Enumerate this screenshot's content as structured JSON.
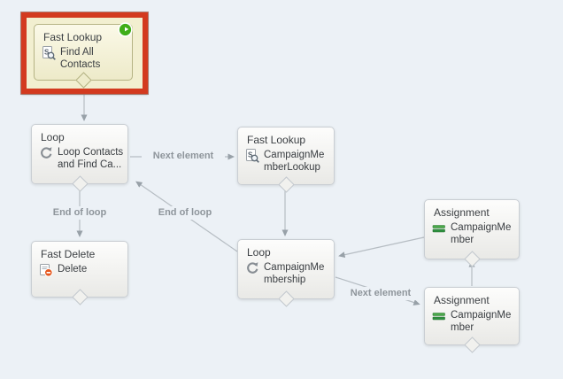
{
  "nodes": [
    {
      "type_label": "Fast Lookup",
      "name": "Find All Contacts",
      "icon": "fast-lookup-icon",
      "selected": true,
      "start_indicator": true
    },
    {
      "type_label": "Loop",
      "name": "Loop Contacts and Find Ca...",
      "icon": "loop-icon"
    },
    {
      "type_label": "Fast Lookup",
      "name": "CampaignMemberLookup",
      "icon": "fast-lookup-icon"
    },
    {
      "type_label": "Fast Delete",
      "name": "Delete",
      "icon": "fast-delete-icon"
    },
    {
      "type_label": "Loop",
      "name": "CampaignMembership",
      "icon": "loop-icon"
    },
    {
      "type_label": "Assignment",
      "name": "CampaignMember",
      "icon": "assignment-icon"
    },
    {
      "type_label": "Assignment",
      "name": "CampaignMember",
      "icon": "assignment-icon"
    }
  ],
  "connector_labels": {
    "next_element_1": "Next element",
    "end_of_loop_1": "End of loop",
    "end_of_loop_2": "End of loop",
    "next_element_2": "Next element"
  },
  "edges": [
    {
      "from": "Find All Contacts",
      "to": "Loop Contacts and Find Ca...",
      "label": ""
    },
    {
      "from": "Loop Contacts and Find Ca...",
      "to": "CampaignMemberLookup",
      "label": "Next element"
    },
    {
      "from": "Loop Contacts and Find Ca...",
      "to": "Delete",
      "label": "End of loop"
    },
    {
      "from": "CampaignMemberLookup",
      "to": "CampaignMembership",
      "label": ""
    },
    {
      "from": "CampaignMembership",
      "to": "Loop Contacts and Find Ca...",
      "label": "End of loop"
    },
    {
      "from": "CampaignMembership",
      "to": "CampaignMember (lower assignment)",
      "label": "Next element"
    },
    {
      "from": "CampaignMember (lower assignment)",
      "to": "CampaignMember (upper assignment)",
      "label": ""
    },
    {
      "from": "CampaignMember (upper assignment)",
      "to": "CampaignMembership",
      "label": ""
    }
  ],
  "colors": {
    "canvas_bg": "#ecf1f6",
    "selection_red": "#d33a1f",
    "selection_fill": "#f2efd0",
    "node_border": "#c9ced3",
    "connector_line": "#b6bdc3",
    "connector_label_text": "#8e959b",
    "assignment_green": "#3f9f47",
    "delete_badge_orange": "#e5571e",
    "start_badge_green": "#3fae18"
  }
}
